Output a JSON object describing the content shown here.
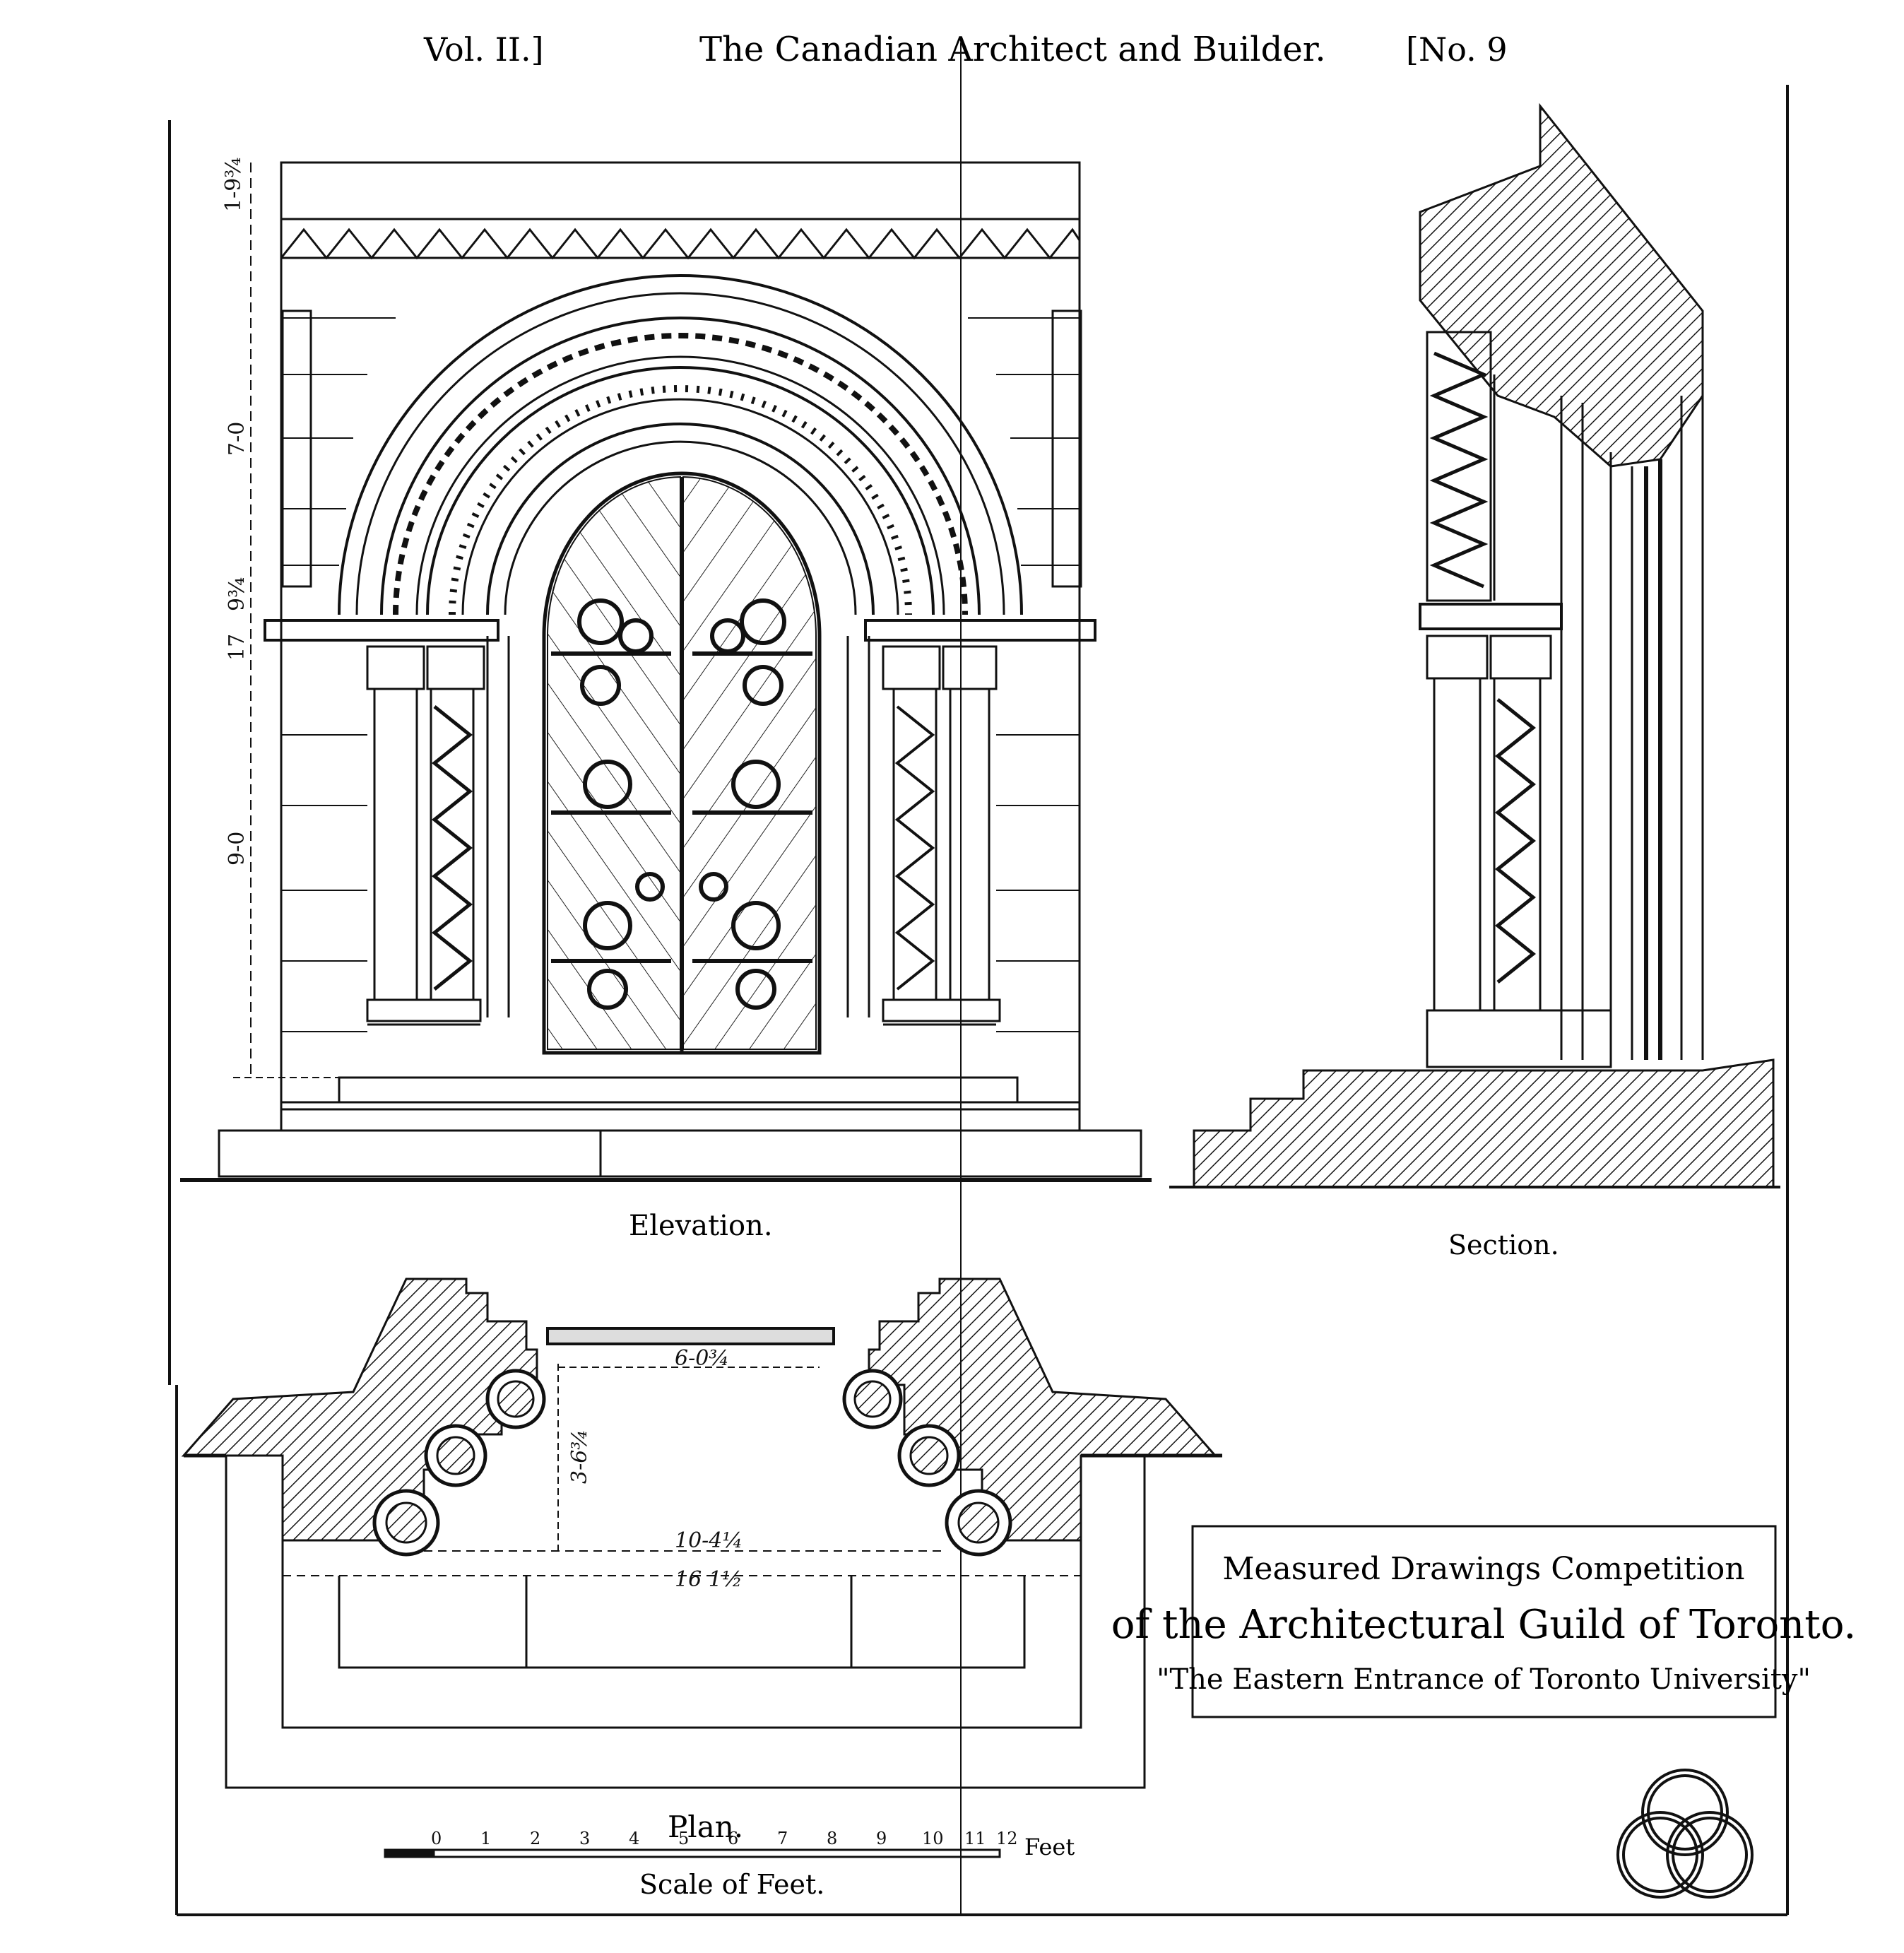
{
  "header": {
    "volume": "Vol. II.]",
    "journal": "The Canadian Architect and Builder.",
    "issue": "[No. 9"
  },
  "labels": {
    "elevation": "Elevation.",
    "section": "Section.",
    "plan": "Plan.",
    "scale_title": "Scale of Feet.",
    "scale_unit": "Feet"
  },
  "dimensions": {
    "elev_top": "1-9¾",
    "elev_upper": "7-0",
    "elev_mid": "9¾",
    "elev_total": "17",
    "elev_lower": "9-0",
    "plan_door": "6-0¾",
    "plan_depth": "3-6¾",
    "plan_inner": "10-4¼",
    "plan_outer": "16 1½"
  },
  "scale_ticks": [
    "0",
    "1",
    "2",
    "3",
    "4",
    "5",
    "6",
    "7",
    "8",
    "9",
    "10",
    "11",
    "12"
  ],
  "title_block": {
    "line1": "Measured Drawings Competition",
    "line2": "of the Architectural Guild of Toronto.",
    "line3": "\"The Eastern Entrance of Toronto University\""
  },
  "logo": "guild-rings-logo"
}
